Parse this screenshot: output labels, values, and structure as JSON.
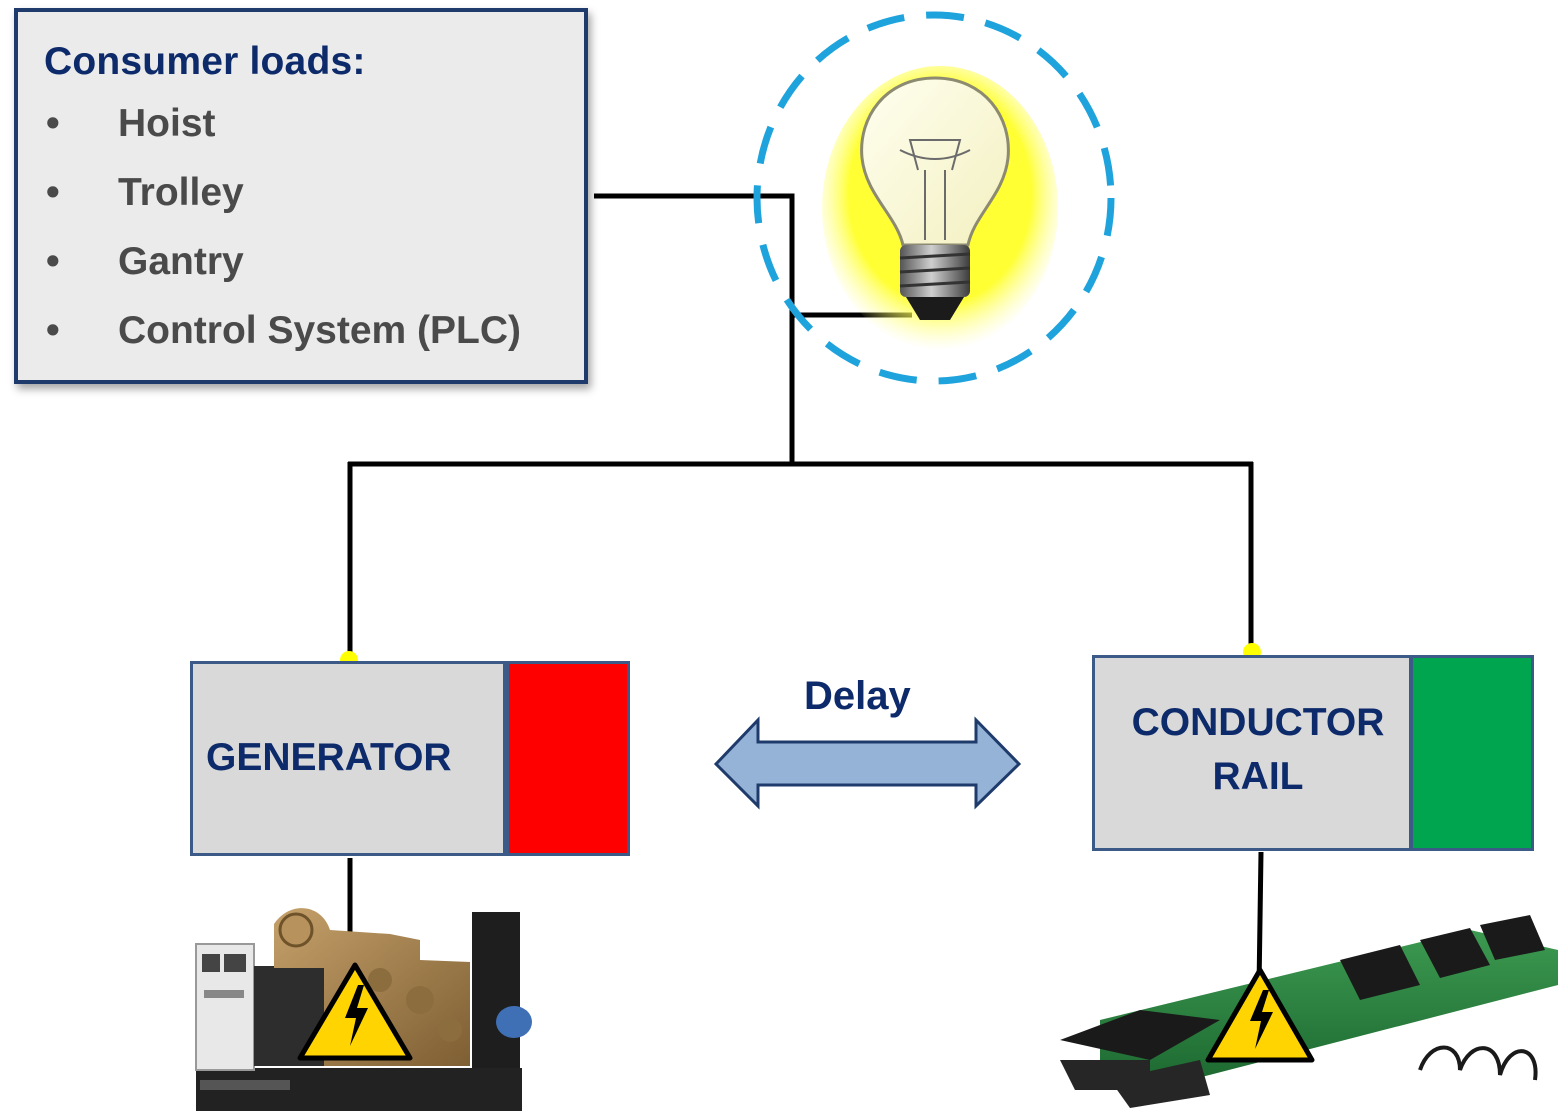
{
  "consumer_loads": {
    "title": "Consumer loads:",
    "bullet": "•",
    "items": [
      "Hoist",
      "Trolley",
      "Gantry",
      "Control System (PLC)"
    ]
  },
  "generator": {
    "label": "GENERATOR"
  },
  "conductor_rail": {
    "line1": "CONDUCTOR",
    "line2": "RAIL"
  },
  "delay": {
    "label": "Delay"
  },
  "colors": {
    "navy_text": "#0d2a6a",
    "box_border": "#3b5a88",
    "generator_status": "#ff0000",
    "rail_status": "#00a64f",
    "connection_point": "#ffff00",
    "lamp_glow": "#ffff33",
    "lamp_dashed_ring": "#1fa3dc",
    "delay_arrow": "#95b3d7"
  },
  "icons": [
    "lightbulb-icon",
    "generator-icon",
    "conductor-rail-icon",
    "high-voltage-warning-icon"
  ]
}
